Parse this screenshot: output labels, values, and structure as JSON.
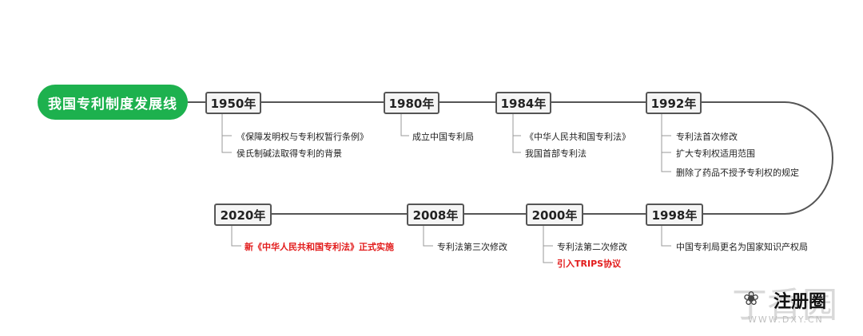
{
  "title": "我国专利制度发展线",
  "milestones": [
    {
      "year": "1950年",
      "notes": [
        {
          "text": "《保障发明权与专利权暂行条例》",
          "red": false
        },
        {
          "text": "侯氏制碱法取得专利的背景",
          "red": false
        }
      ]
    },
    {
      "year": "1980年",
      "notes": [
        {
          "text": "成立中国专利局",
          "red": false
        }
      ]
    },
    {
      "year": "1984年",
      "notes": [
        {
          "text": "《中华人民共和国专利法》",
          "red": false
        },
        {
          "text": "我国首部专利法",
          "red": false
        }
      ]
    },
    {
      "year": "1992年",
      "notes": [
        {
          "text": "专利法首次修改",
          "red": false
        },
        {
          "text": "扩大专利权适用范围",
          "red": false
        },
        {
          "text": "删除了药品不授予专利权的规定",
          "red": false
        }
      ]
    },
    {
      "year": "1998年",
      "notes": [
        {
          "text": "中国专利局更名为国家知识产权局",
          "red": false
        }
      ]
    },
    {
      "year": "2000年",
      "notes": [
        {
          "text": "专利法第二次修改",
          "red": false
        },
        {
          "text": "引入TRIPS协议",
          "red": true
        }
      ]
    },
    {
      "year": "2008年",
      "notes": [
        {
          "text": "专利法第三次修改",
          "red": false
        }
      ]
    },
    {
      "year": "2020年",
      "notes": [
        {
          "text": "新《中华人民共和国专利法》正式实施",
          "red": true
        }
      ]
    }
  ],
  "watermark": {
    "logo": "丁香园",
    "name": "注册圈",
    "url": "WWW.DXY.CN"
  },
  "colors": {
    "pill": "#1db14e",
    "line": "#555555",
    "red": "#e21b1b"
  }
}
